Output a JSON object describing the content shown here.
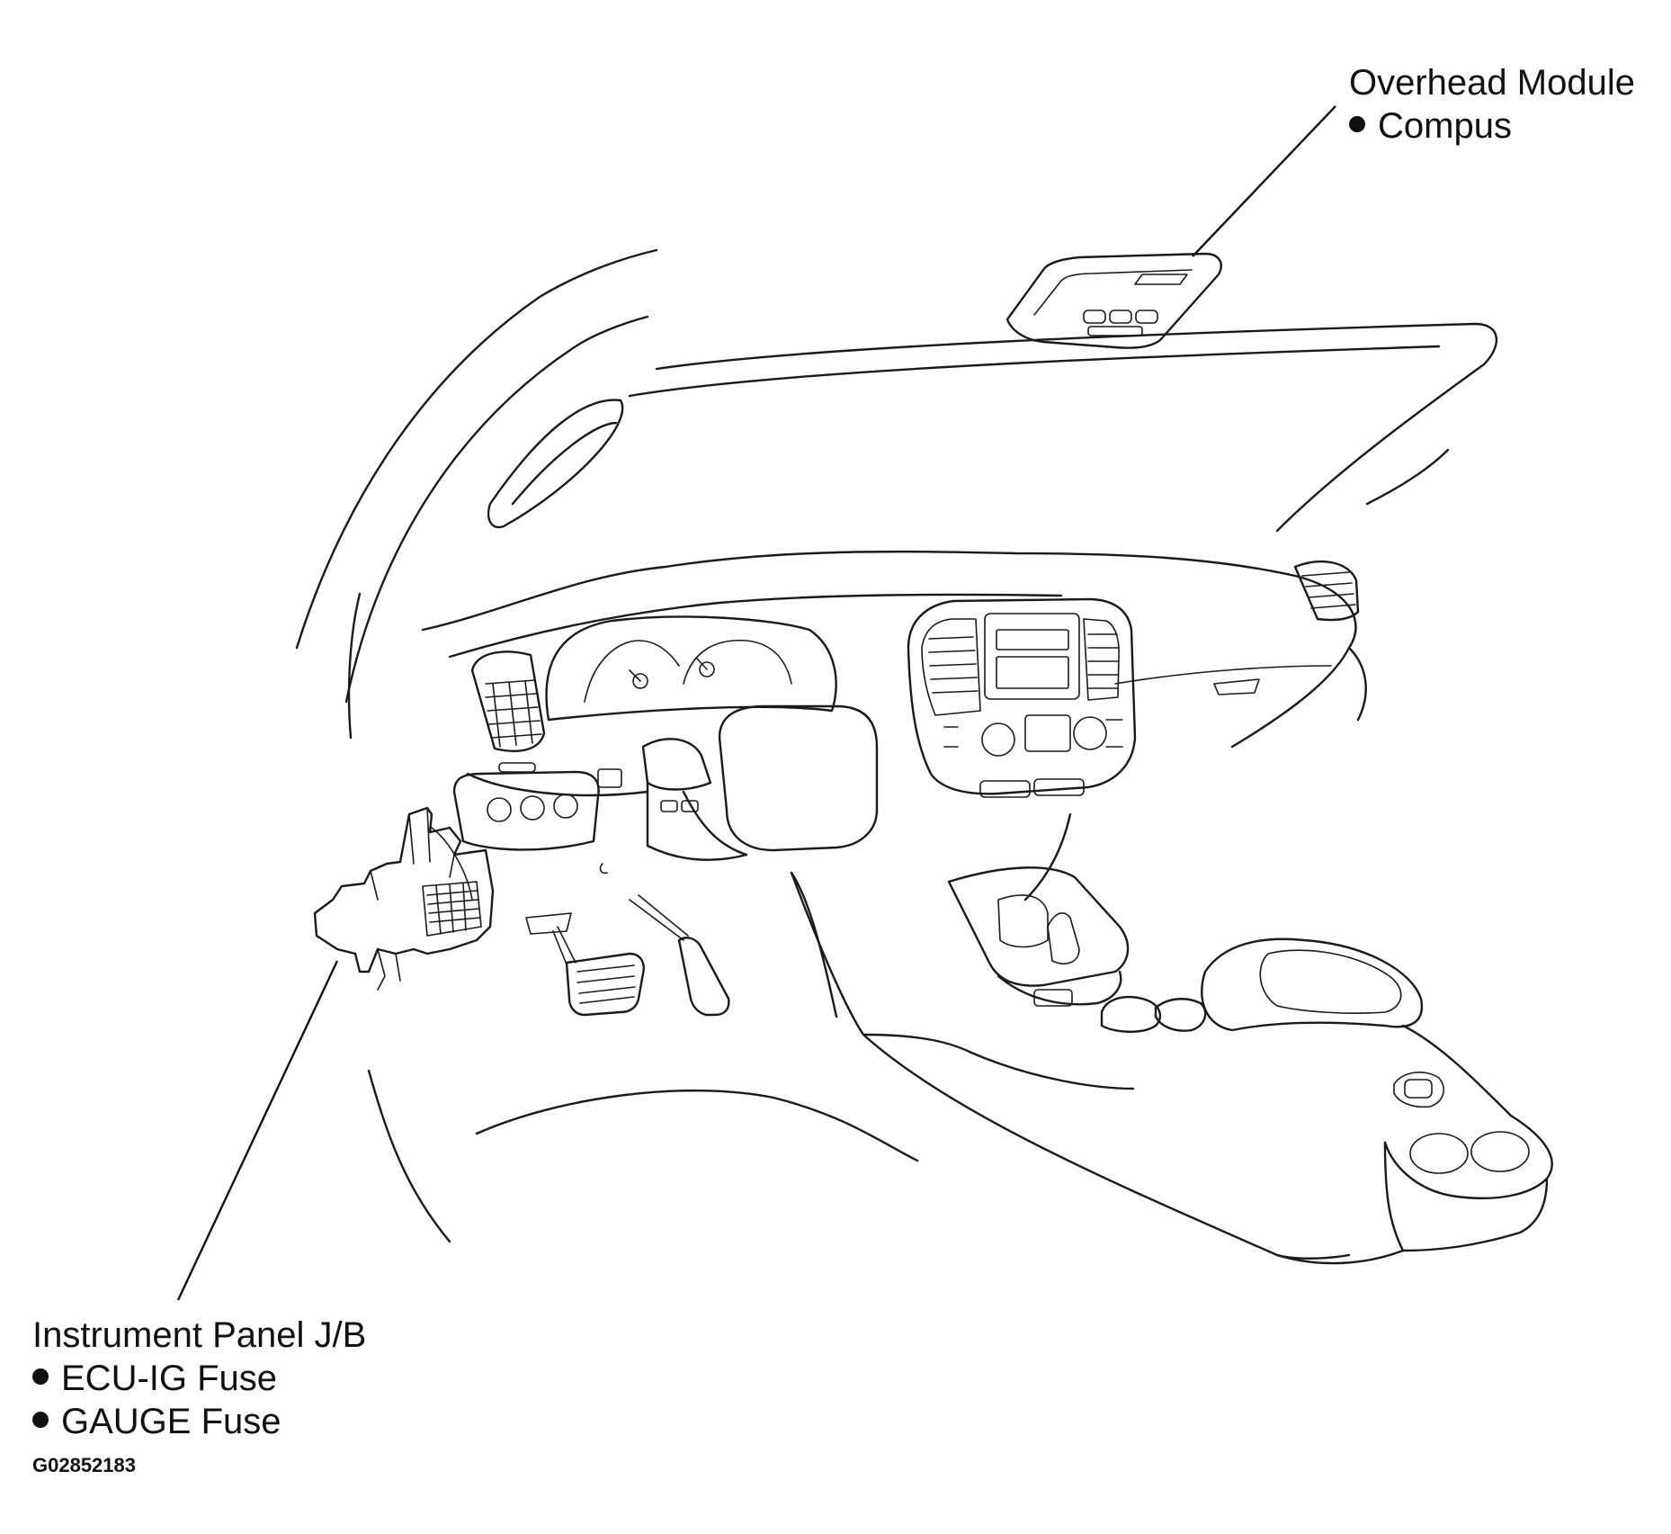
{
  "callouts": {
    "overhead": {
      "title": "Overhead Module",
      "items": [
        "Compus"
      ]
    },
    "jb": {
      "title": "Instrument Panel J/B",
      "items": [
        "ECU-IG Fuse",
        "GAUGE Fuse"
      ]
    }
  },
  "figure_code": "G02852183"
}
